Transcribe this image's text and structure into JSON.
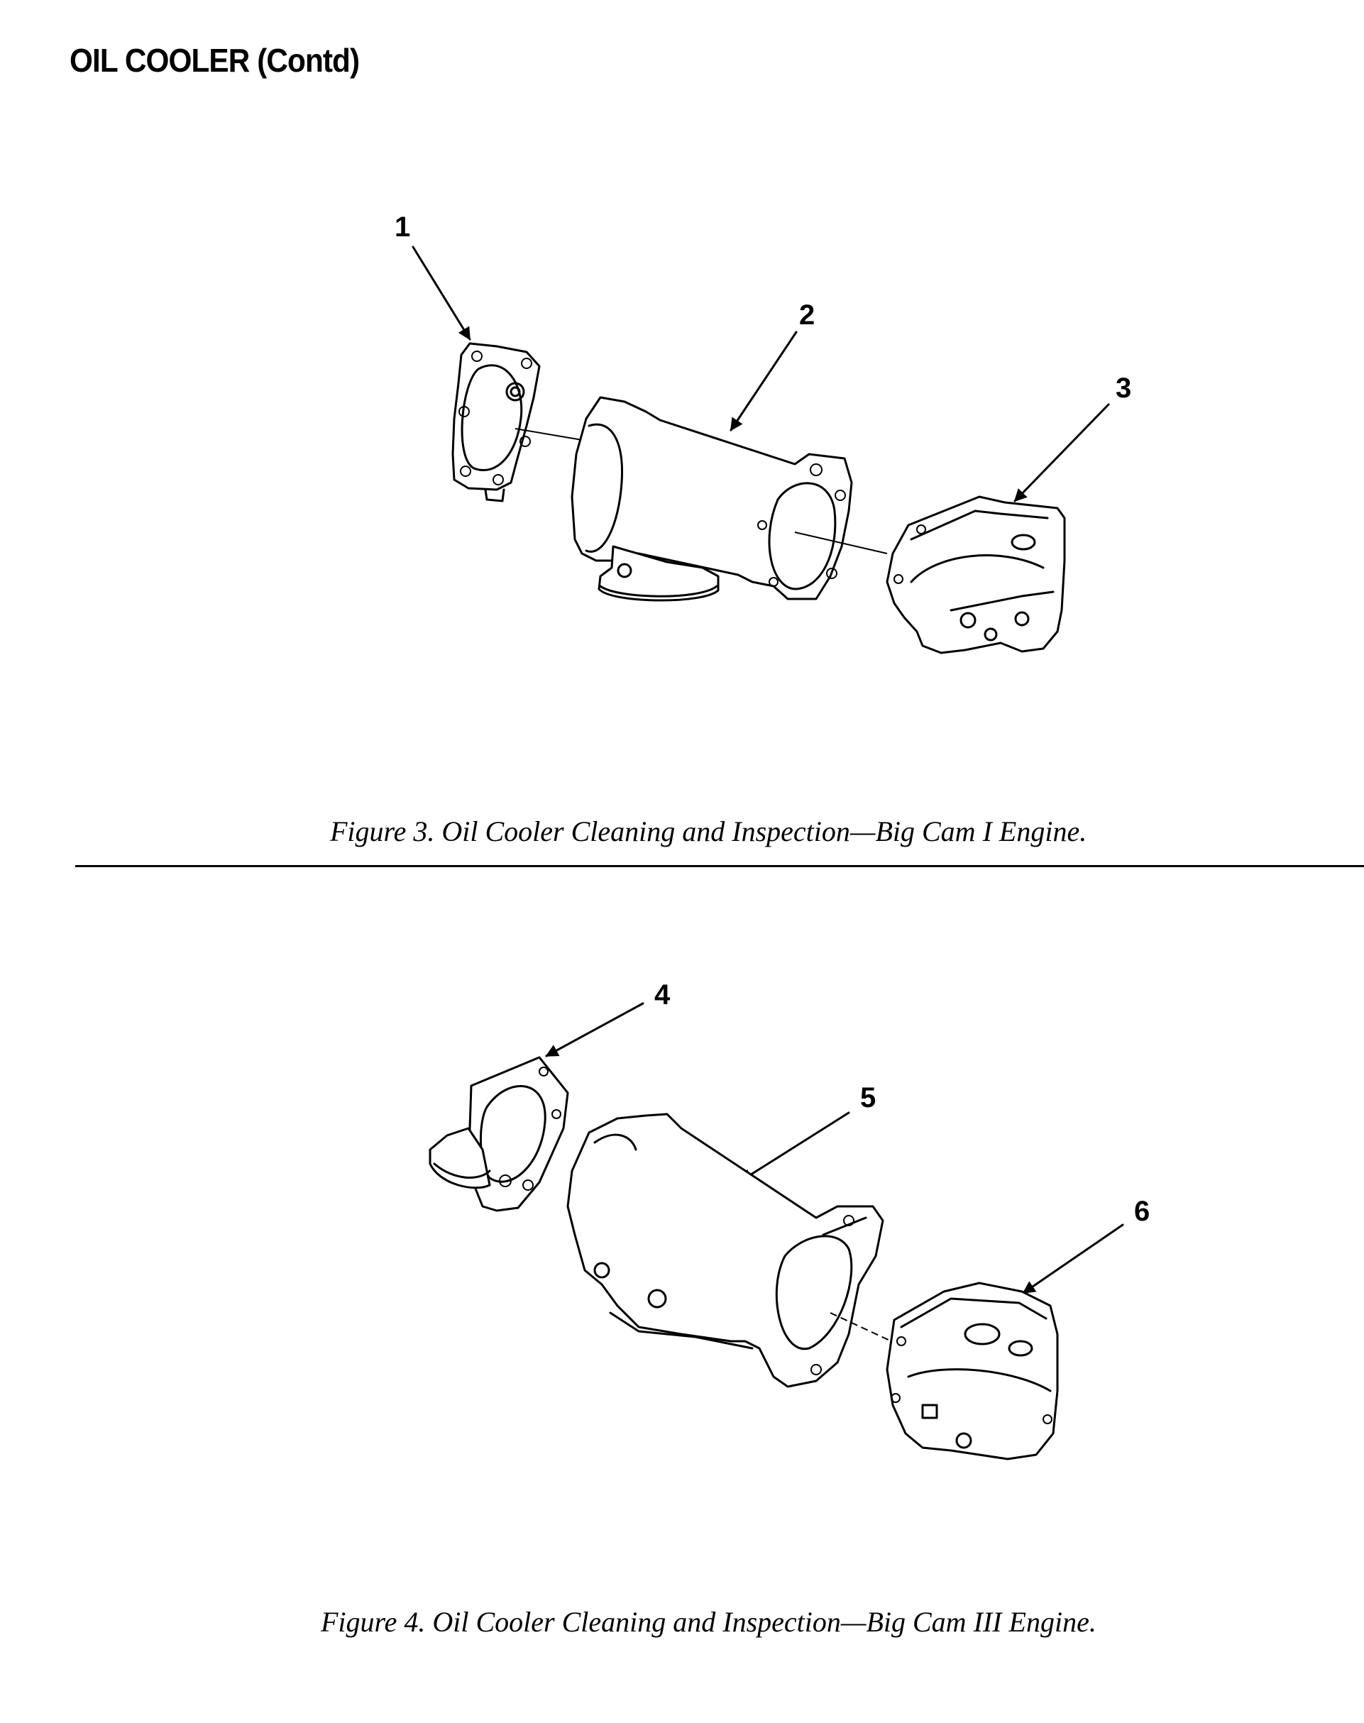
{
  "header": {
    "title": "OIL COOLER (Contd)"
  },
  "figure3": {
    "caption": "Figure 3. Oil Cooler Cleaning and Inspection—Big Cam I Engine.",
    "callouts": [
      "1",
      "2",
      "3"
    ]
  },
  "figure4": {
    "caption": "Figure 4. Oil Cooler Cleaning and Inspection—Big Cam III Engine.",
    "callouts": [
      "4",
      "5",
      "6"
    ]
  }
}
